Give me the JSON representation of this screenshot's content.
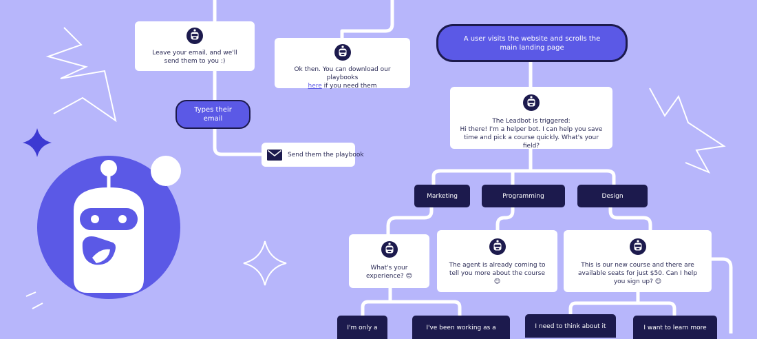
{
  "nodes": {
    "leave_email": "Leave your email, and we'll send them to you :)",
    "ok_then_prefix": "Ok then. You can download our playbooks",
    "ok_then_link": "here",
    "ok_then_suffix": "if you need them",
    "types_email": "Types their email",
    "send_playbook": "Send them the playbook",
    "start": "A user visits the website and scrolls the main landing page",
    "triggered_title": "The Leadbot is triggered:",
    "triggered_body": "Hi there! I'm a helper bot. I can help you save time and pick a course quickly. What's your field?",
    "experience": "What's your experience? 😊",
    "agent": "The agent is already coming to tell you more about the course 😊",
    "new_course": "This is our new course and there are available seats for just $50. Can I help you sign up? 😊",
    "only_a": "I'm only a",
    "working_as": "I've been working as a",
    "think": "I need to think about it",
    "learn_more": "I want to learn more"
  },
  "branches": [
    "Marketing",
    "Programming",
    "Design"
  ],
  "icons": [
    "robot-icon",
    "envelope-icon",
    "sparkle-icon",
    "zigzag-icon"
  ],
  "colors": {
    "background": "#b7b6fb",
    "accent": "#5b59e6",
    "dark": "#1c1a4d",
    "card": "#ffffff",
    "line": "#ffffff"
  }
}
